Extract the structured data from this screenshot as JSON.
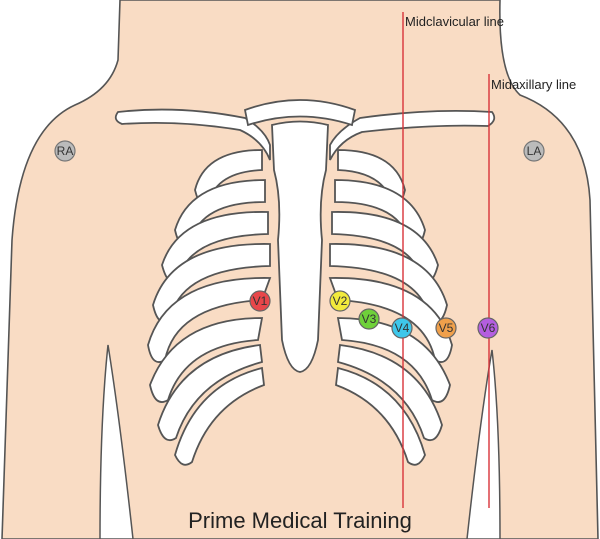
{
  "labels": {
    "midclavicular": "Midclavicular line",
    "midaxillary": "Midaxillary line",
    "footer": "Prime Medical Training"
  },
  "limb_electrodes": [
    {
      "id": "ra",
      "label": "RA"
    },
    {
      "id": "la",
      "label": "LA"
    }
  ],
  "chest_electrodes": [
    {
      "id": "v1",
      "label": "V1",
      "color": "#e8474a"
    },
    {
      "id": "v2",
      "label": "V2",
      "color": "#f2ea3c"
    },
    {
      "id": "v3",
      "label": "V3",
      "color": "#6fd13a"
    },
    {
      "id": "v4",
      "label": "V4",
      "color": "#3ec7ea"
    },
    {
      "id": "v5",
      "label": "V5",
      "color": "#f0a04b"
    },
    {
      "id": "v6",
      "label": "V6",
      "color": "#b45ee0"
    }
  ],
  "colors": {
    "skin": "#f9dcc4",
    "outline": "#555555",
    "guide_line": "#d9343a",
    "limb_electrode": "#bbbbbb"
  }
}
